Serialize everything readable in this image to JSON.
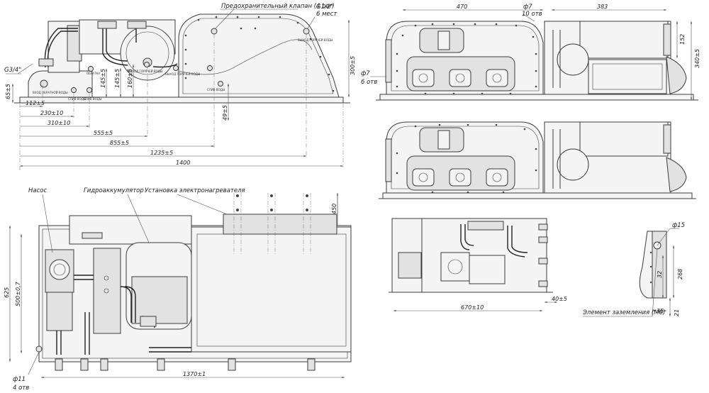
{
  "labels": {
    "safety_valve": "Предохранительный клапан (4 bar)",
    "g12": "G1/2\"",
    "g12_count": "6 мест",
    "g34": "G3/4\"",
    "phi7_left": "ф7",
    "phi7_left_count": "6 отв",
    "phi7_right": "ф7",
    "phi7_right_count": "10 отв",
    "pump": "Насос",
    "accumulator": "Гидроаккумулятор",
    "heater_unit": "Установка электронагревателя",
    "phi11": "ф11",
    "phi11_count": "4 отв",
    "phi15": "ф15",
    "ground": "Элемент заземления (М6)"
  },
  "port_labels": {
    "return_inlet": "ВХОД ОБРАТНОЙ ВОДЫ",
    "drain1": "СЛИВ ВОДЫ",
    "drain2": "СЛИВ ВОДЫ",
    "return": "ОБРАТКА",
    "hot_outlet1": "ВЫХОД ГОРЯЧЕЙ ВОДЫ",
    "hot_outlet2": "ВЫХОД ГОРЯЧЕЙ ВОДЫ",
    "hot_outlet3": "ВЫХОД ГОРЯЧЕЙ ВОДЫ",
    "drain3": "СЛИВ ВОДЫ"
  },
  "dimensions": {
    "front": {
      "d112": "112±5",
      "d230": "230±10",
      "d310": "310±10",
      "d555": "555±5",
      "d855": "855±5",
      "d1235": "1235±5",
      "d1400": "1400",
      "d65": "65±5",
      "d145a": "145±5",
      "d145b": "145±5",
      "d160": "160±5",
      "d49": "49±5",
      "d300": "300±5"
    },
    "side": {
      "d470": "470",
      "d383": "383",
      "d152": "152",
      "d340": "340±5"
    },
    "plan": {
      "d450": "450",
      "d625": "625",
      "d500": "500±0,7",
      "d1370": "1370±1"
    },
    "rear": {
      "d670": "670±10",
      "d40": "40±5"
    },
    "bracket": {
      "d32": "32",
      "d268": "268",
      "d35": "35",
      "d21": "21"
    }
  }
}
